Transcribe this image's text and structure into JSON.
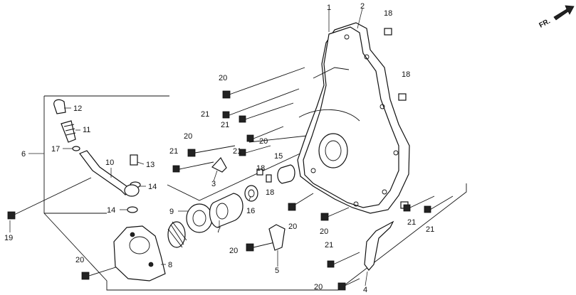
{
  "direction_label": "FR.",
  "callouts": {
    "c1": "1",
    "c2": "2",
    "c3": "3",
    "c4": "4",
    "c5": "5",
    "c6": "6",
    "c7": "7",
    "c8": "8",
    "c9": "9",
    "c10": "10",
    "c11": "11",
    "c12": "12",
    "c13": "13",
    "c14a": "14",
    "c14b": "14",
    "c15": "15",
    "c16": "16",
    "c17": "17",
    "c18a": "18",
    "c18b": "18",
    "c18c": "18",
    "c18d": "18",
    "c19": "19",
    "c20a": "20",
    "c20b": "20",
    "c20c": "20",
    "c20d": "20",
    "c20e": "20",
    "c20f": "20",
    "c20g": "20",
    "c20h": "20",
    "c21a": "21",
    "c21b": "21",
    "c21c": "21",
    "c21d": "21",
    "c21e": "21",
    "c21f": "21",
    "c21g": "21"
  }
}
